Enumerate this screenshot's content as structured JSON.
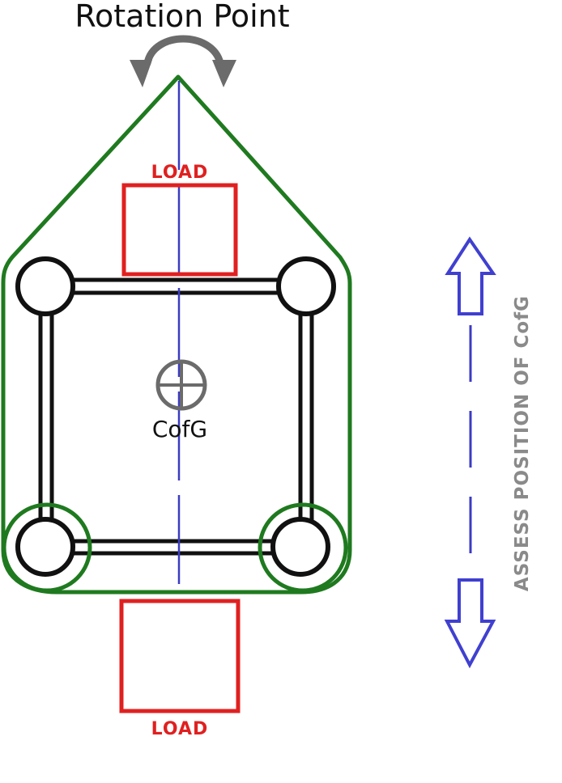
{
  "diagram": {
    "title": "Rotation Point",
    "load_top_label": "LOAD",
    "load_bottom_label": "LOAD",
    "cofg_label": "CofG",
    "assess_label": "ASSESS POSITION OF CofG"
  },
  "colors": {
    "envelope": "#1f7a1f",
    "load": "#e02020",
    "axis": "#3b3bc4",
    "arrow": "#4040d0",
    "frame": "#111111",
    "rotation_arrow": "#6b6b6b",
    "assess_text": "#8a8a8a"
  },
  "icons": {
    "rotation": "rotation-arrows-icon",
    "cofg": "center-of-gravity-icon",
    "up": "arrow-up-icon",
    "down": "arrow-down-icon"
  }
}
